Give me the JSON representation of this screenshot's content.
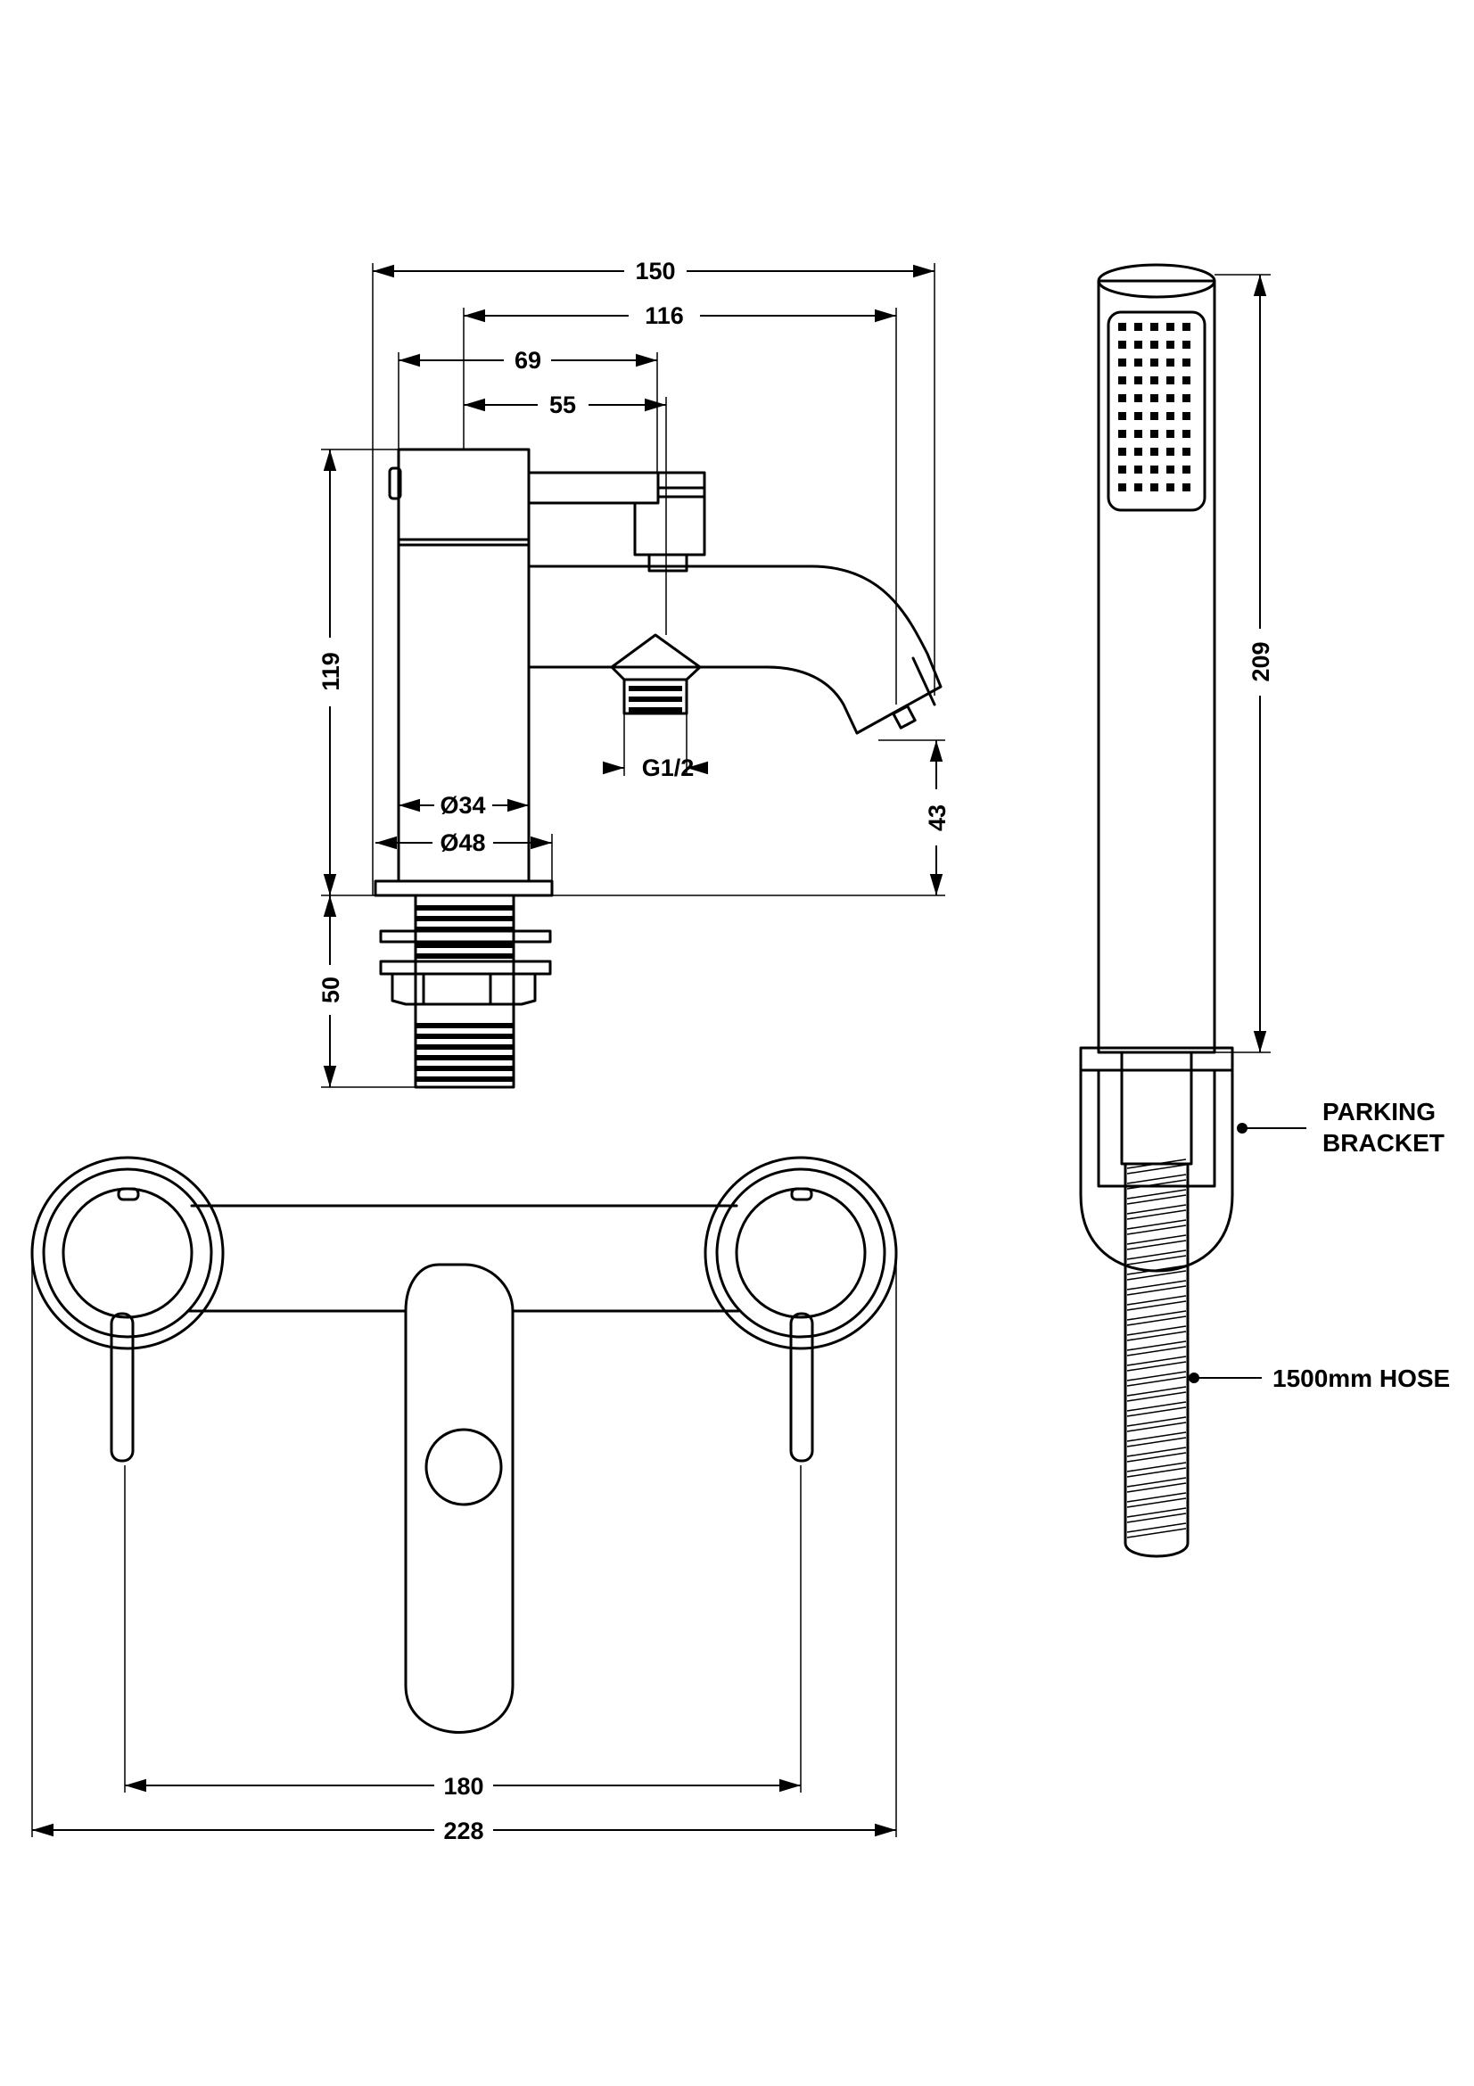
{
  "dimensions": {
    "d150": "150",
    "d116": "116",
    "d69": "69",
    "d55": "55",
    "d119": "119",
    "d50": "50",
    "d43": "43",
    "dia34": "Ø34",
    "dia48": "Ø48",
    "g12": "G1/2",
    "d209": "209",
    "d180": "180",
    "d228": "228"
  },
  "labels": {
    "parking_line1": "PARKING",
    "parking_line2": "BRACKET",
    "hose": "1500mm HOSE"
  }
}
